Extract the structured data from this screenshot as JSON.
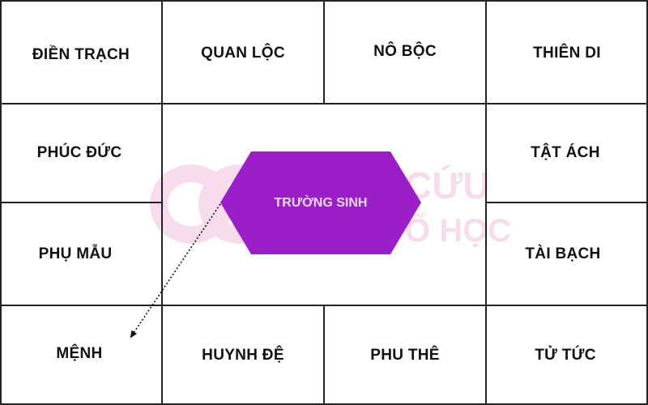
{
  "palaces": {
    "dien_trach": "ĐIỀN TRẠCH",
    "quan_loc": "QUAN LỘC",
    "no_boc": "NÔ BỘC",
    "thien_di": "THIÊN DI",
    "phuc_duc": "PHÚC ĐỨC",
    "tat_ach": "TẬT ÁCH",
    "phu_mau": "PHỤ MẪU",
    "tai_bach": "TÀI BẠCH",
    "menh": "MỆNH",
    "huynh_de": "HUYNH ĐỆ",
    "phu_the": "PHU THÊ",
    "tu_tuc": "TỬ TỨC"
  },
  "center": {
    "label": "TRƯỜNG SINH",
    "fill_color": "#9b1fc9",
    "text_color": "#f3d9ff"
  },
  "watermark": {
    "line1": "CỨU",
    "line2": "Ố HỌC",
    "color": "#f6dcec"
  },
  "colors": {
    "grid_line": "#222222",
    "background": "#ffffff",
    "arrow": "#111111"
  }
}
